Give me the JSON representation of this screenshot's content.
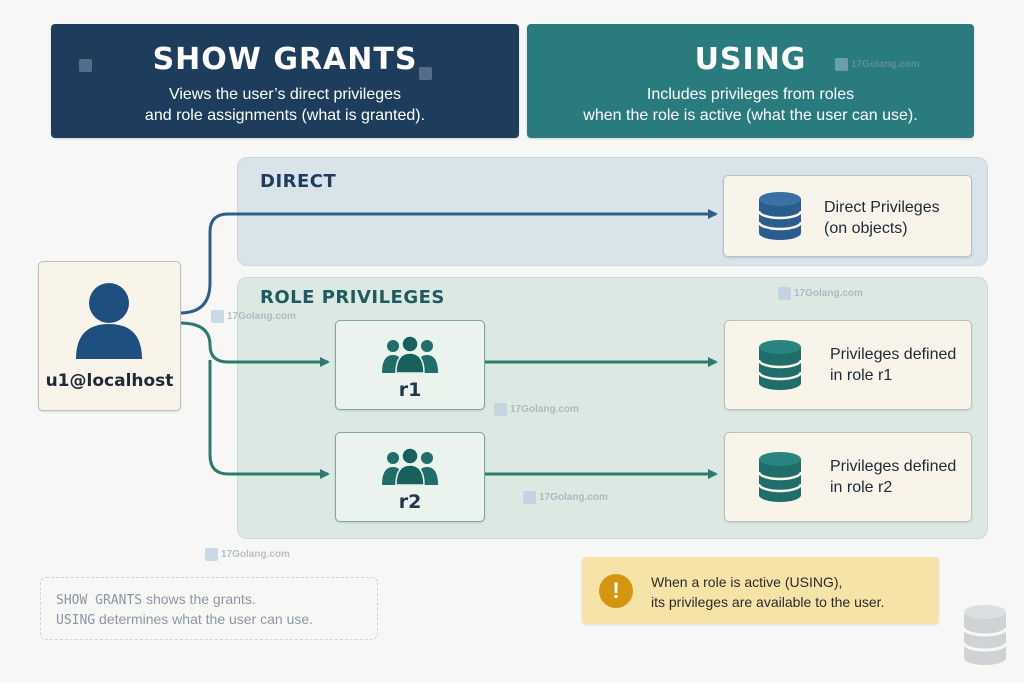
{
  "headers": {
    "show_grants": {
      "title": "SHOW GRANTS",
      "desc_line1": "Views the user’s direct privileges",
      "desc_line2": "and role assignments (what is granted)."
    },
    "using": {
      "title": "USING",
      "desc_line1": "Includes privileges from roles",
      "desc_line2": "when the role is active (what the user can use)."
    }
  },
  "user": {
    "label": "u1@localhost",
    "icon": "user-icon"
  },
  "direct_panel": {
    "title": "DIRECT",
    "target_line1": "Direct Privileges",
    "target_line2": "(on objects)"
  },
  "role_panel": {
    "title": "ROLE PRIVILEGES",
    "roles": [
      {
        "label": "r1",
        "priv_line1": "Privileges defined",
        "priv_line2": "in role r1"
      },
      {
        "label": "r2",
        "priv_line1": "Privileges defined",
        "priv_line2": "in role r2"
      }
    ]
  },
  "notes": {
    "summary_line1_key": "SHOW GRANTS",
    "summary_line1_rest": " shows the grants.",
    "summary_line2_key": "USING",
    "summary_line2_rest": " determines what the user can use.",
    "callout_line1": "When a role is active (USING),",
    "callout_line2": "its privileges are available to the user."
  },
  "watermark": "17Golang.com",
  "colors": {
    "show_grants_header": "#1e3d5c",
    "using_header": "#2a7b7e",
    "direct_arrow": "#2e5f8a",
    "role_arrow": "#2c7a73",
    "callout_bg": "#f6e3a8",
    "callout_icon": "#d4960f"
  }
}
